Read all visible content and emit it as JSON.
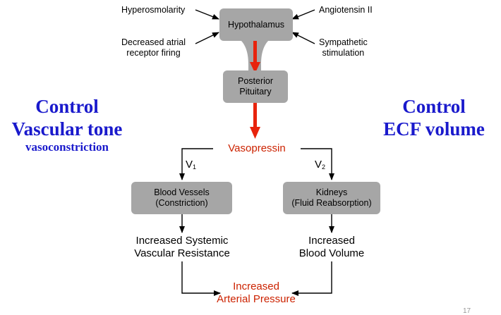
{
  "inputs": {
    "hyperosmolarity": "Hyperosmolarity",
    "decreased_atrial": [
      "Decreased atrial",
      "receptor firing"
    ],
    "angiotensin": "Angiotensin II",
    "sympathetic": [
      "Sympathetic",
      "stimulation"
    ]
  },
  "nodes": {
    "hypothalamus": "Hypothalamus",
    "posterior_pituitary": [
      "Posterior",
      "Pituitary"
    ],
    "vasopressin": "Vasopressin",
    "blood_vessels": [
      "Blood Vessels",
      "(Constriction)"
    ],
    "kidneys": [
      "Kidneys",
      "(Fluid Reabsorption)"
    ],
    "svr": [
      "Increased Systemic",
      "Vascular Resistance"
    ],
    "blood_volume": [
      "Increased",
      "Blood Volume"
    ],
    "arterial_pressure": [
      "Increased",
      "Arterial Pressure"
    ]
  },
  "receptors": {
    "v1": {
      "letter": "V",
      "sub": "1"
    },
    "v2": {
      "letter": "V",
      "sub": "2"
    }
  },
  "left_control": {
    "line1": "Control",
    "line2": "Vascular tone",
    "line3": "vasoconstriction"
  },
  "right_control": {
    "line1": "Control",
    "line2": "ECF volume"
  },
  "page_number": "17",
  "colors": {
    "box_fill": "#a6a6a6",
    "red_arrow": "#e8230c",
    "red_text": "#cc2200",
    "control_text": "#1a1acc"
  }
}
